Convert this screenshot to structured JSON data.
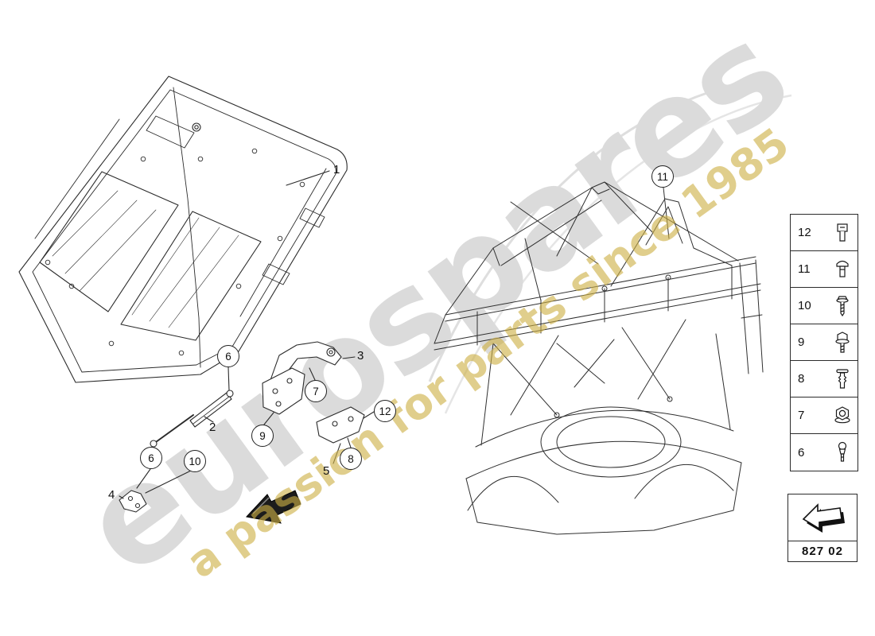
{
  "watermark": {
    "brand": "eurospares",
    "tagline": "a passion for parts since 1985"
  },
  "colors": {
    "drawing_line": "#2b2b2b",
    "watermark_gray": "#dbdbdb",
    "watermark_gold": "#cdb045"
  },
  "callouts": {
    "left": [
      {
        "label": "1",
        "style": "plain"
      },
      {
        "label": "6",
        "style": "circle"
      },
      {
        "label": "3",
        "style": "plain"
      },
      {
        "label": "7",
        "style": "circle"
      },
      {
        "label": "12",
        "style": "circle"
      },
      {
        "label": "2",
        "style": "plain"
      },
      {
        "label": "9",
        "style": "circle"
      },
      {
        "label": "8",
        "style": "circle"
      },
      {
        "label": "5",
        "style": "plain"
      },
      {
        "label": "6",
        "style": "circle"
      },
      {
        "label": "10",
        "style": "circle"
      },
      {
        "label": "4",
        "style": "plain"
      }
    ],
    "right": [
      {
        "label": "11",
        "style": "circle"
      }
    ]
  },
  "legend": {
    "items": [
      {
        "number": "12",
        "icon": "retaining-clip-icon"
      },
      {
        "number": "11",
        "icon": "blind-rivet-icon"
      },
      {
        "number": "10",
        "icon": "screw-icon"
      },
      {
        "number": "9",
        "icon": "flange-bolt-icon"
      },
      {
        "number": "8",
        "icon": "expanding-rivet-icon"
      },
      {
        "number": "7",
        "icon": "flange-nut-icon"
      },
      {
        "number": "6",
        "icon": "ball-stud-icon"
      }
    ]
  },
  "part_group": {
    "code": "827 02"
  }
}
